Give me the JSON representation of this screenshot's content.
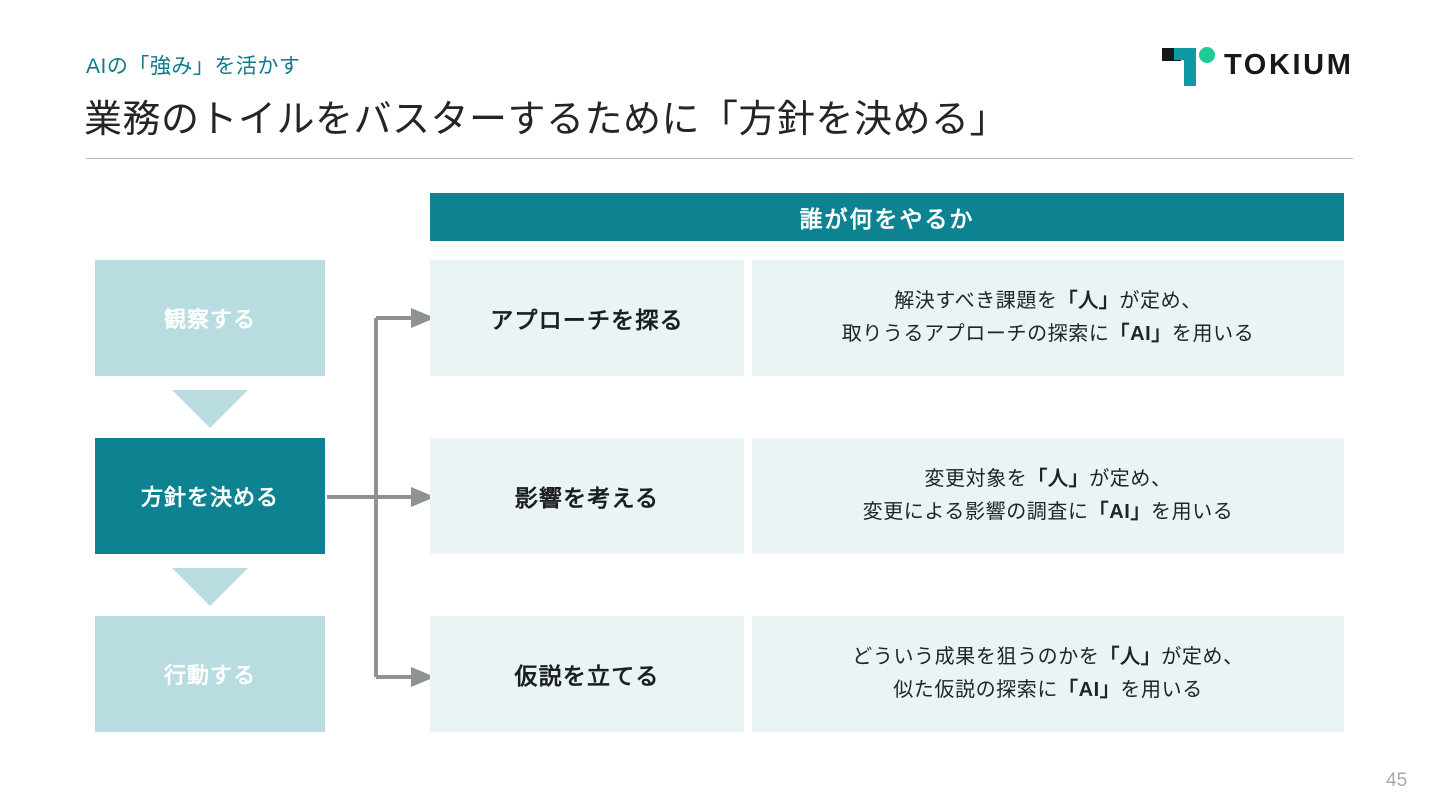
{
  "slide": {
    "eyebrow": "AIの「強み」を活かす",
    "title": "業務のトイルをバスターするために「方針を決める」",
    "page_number": "45"
  },
  "logo": {
    "wordmark": "TOKIUM",
    "mark_teal": "#0d9aa4",
    "mark_black": "#16191c",
    "mark_green": "#20c997"
  },
  "colors": {
    "accent_teal": "#0d8290",
    "eyebrow_teal": "#0e7c88",
    "light_teal": "#b8dce0",
    "panel_bg": "#eaf4f5",
    "connector_gray": "#8e9293",
    "rule_gray": "#b9bcbe"
  },
  "flow": {
    "steps": [
      {
        "label": "観察する",
        "state": "inactive"
      },
      {
        "label": "方針を決める",
        "state": "active"
      },
      {
        "label": "行動する",
        "state": "inactive"
      }
    ],
    "arrow_icon": "triangle-down-icon"
  },
  "table": {
    "header": "誰が何をやるか",
    "rows": [
      {
        "step": "アプローチを探る",
        "desc_line1_a": "解決すべき課題を",
        "desc_line1_strong": "「人」",
        "desc_line1_b": "が定め、",
        "desc_line2_a": "取りうるアプローチの探索に",
        "desc_line2_strong": "「AI」",
        "desc_line2_b": "を用いる"
      },
      {
        "step": "影響を考える",
        "desc_line1_a": "変更対象を",
        "desc_line1_strong": "「人」",
        "desc_line1_b": "が定め、",
        "desc_line2_a": "変更による影響の調査に",
        "desc_line2_strong": "「AI」",
        "desc_line2_b": "を用いる"
      },
      {
        "step": "仮説を立てる",
        "desc_line1_a": "どういう成果を狙うのかを",
        "desc_line1_strong": "「人」",
        "desc_line1_b": "が定め、",
        "desc_line2_a": "似た仮説の探索に",
        "desc_line2_strong": "「AI」",
        "desc_line2_b": "を用いる"
      }
    ]
  }
}
